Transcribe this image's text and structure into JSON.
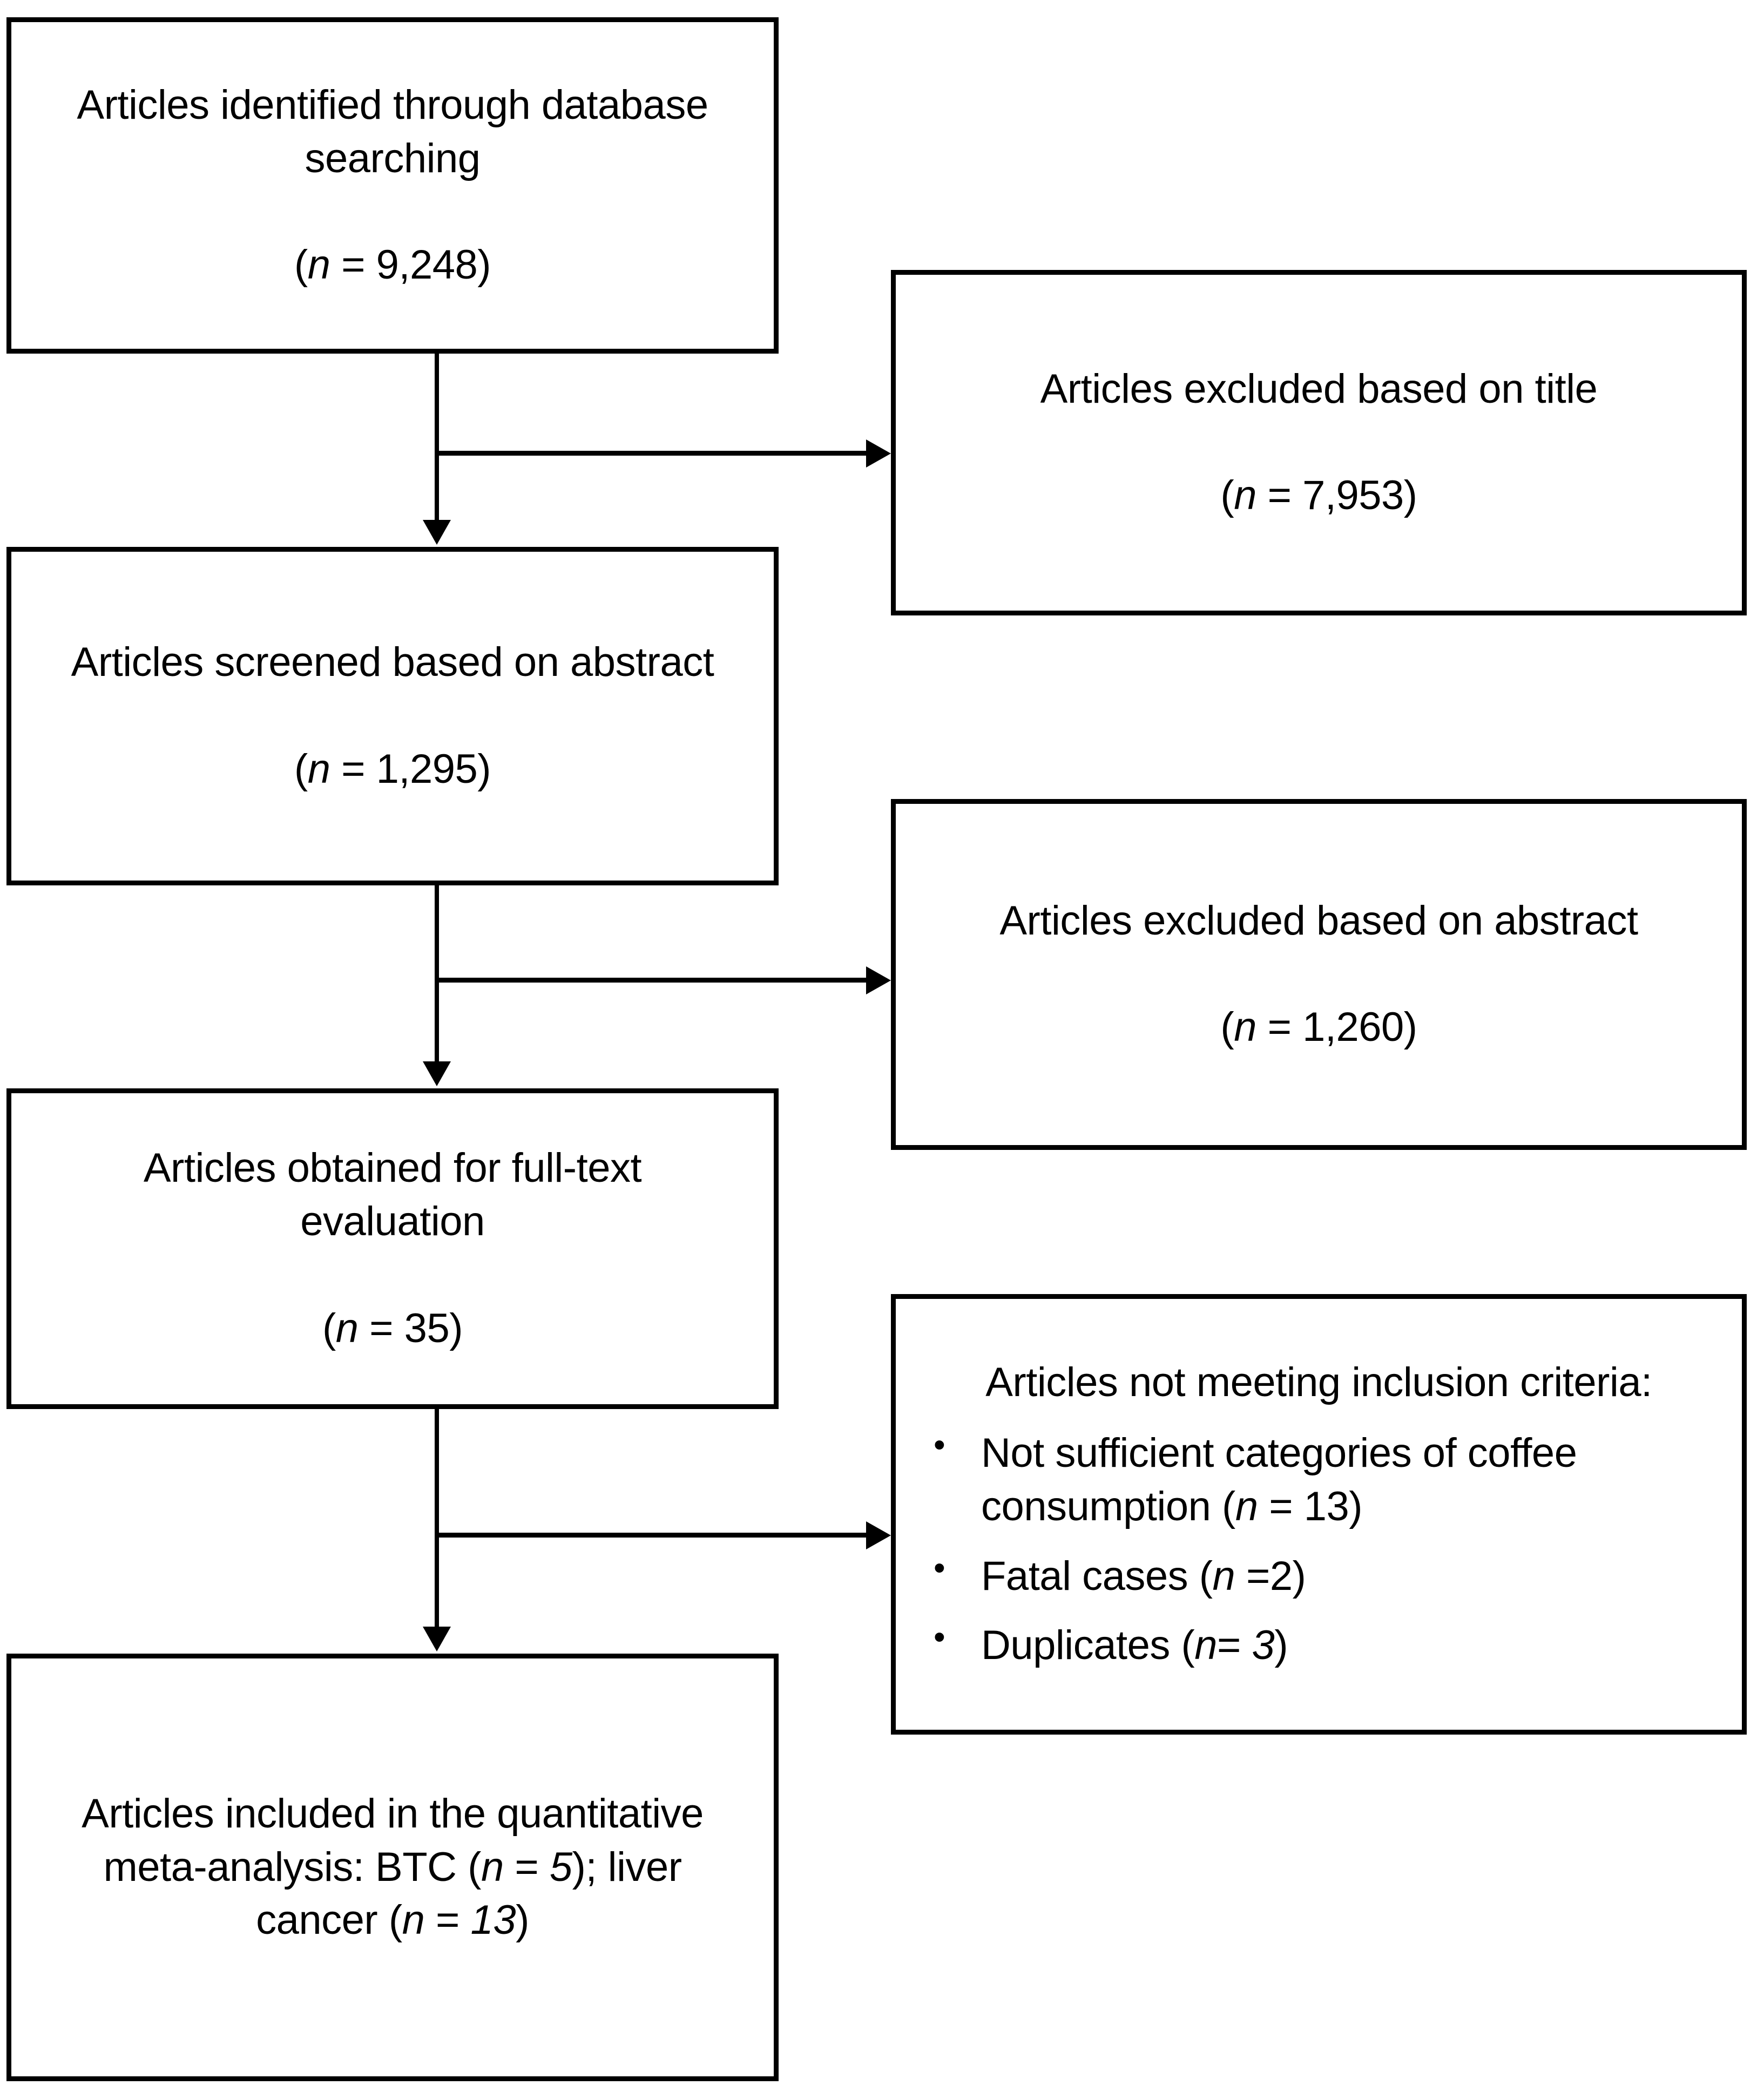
{
  "diagram": {
    "type": "prisma-flow-diagram",
    "title": "",
    "left_column": [
      {
        "id": "identified",
        "lines": [
          {
            "text": "Articles identified through database",
            "italic_parts": []
          },
          {
            "text": "searching",
            "italic_parts": []
          },
          {
            "text": "(n = 9,248)",
            "italic_parts": [
              "n"
            ]
          }
        ],
        "label": "Articles identified through database searching (n = 9,248)",
        "count": "9,248"
      },
      {
        "id": "screened",
        "lines": [
          {
            "text": "Articles screened based on abstract",
            "italic_parts": []
          },
          {
            "text": "(n = 1,295)",
            "italic_parts": [
              "n"
            ]
          }
        ],
        "label": "Articles screened based on abstract (n = 1,295)",
        "count": "1,295"
      },
      {
        "id": "fulltext",
        "lines": [
          {
            "text": "Articles obtained for full-text",
            "italic_parts": []
          },
          {
            "text": "evaluation",
            "italic_parts": []
          },
          {
            "text": "(n = 35)",
            "italic_parts": [
              "n"
            ]
          }
        ],
        "label": "Articles obtained for full-text evaluation (n = 35)",
        "count": "35"
      },
      {
        "id": "included",
        "lines": [
          {
            "text": "Articles included in the quantitative",
            "italic_parts": []
          },
          {
            "text": "meta-analysis: BTC (n = 5); liver",
            "italic_parts": [
              "n",
              "5"
            ]
          },
          {
            "text": "cancer (n = 13)",
            "italic_parts": [
              "n",
              "13"
            ]
          }
        ],
        "label": "Articles included in the quantitative meta-analysis: BTC (n = 5); liver cancer (n = 13)",
        "count_btc": "5",
        "count_liver": "13"
      }
    ],
    "right_column": [
      {
        "id": "excluded-title",
        "lines": [
          {
            "text": "Articles excluded based on title",
            "italic_parts": []
          },
          {
            "text": "(n = 7,953)",
            "italic_parts": [
              "n"
            ]
          }
        ],
        "label": "Articles excluded based on title (n = 7,953)",
        "count": "7,953"
      },
      {
        "id": "excluded-abstract",
        "lines": [
          {
            "text": "Articles excluded based on abstract",
            "italic_parts": []
          },
          {
            "text": "(n = 1,260)",
            "italic_parts": [
              "n"
            ]
          }
        ],
        "label": "Articles excluded based on abstract (n = 1,260)",
        "count": "1,260"
      },
      {
        "id": "not-meeting-criteria",
        "title": "Articles not meeting inclusion criteria:",
        "bullet_glyph": "•",
        "bullets": [
          {
            "text": "Not sufficient categories of coffee consumption (n = 13)",
            "count": "13"
          },
          {
            "text": "Fatal cases (n =2)",
            "count": "2"
          },
          {
            "text": "Duplicates (n= 3)",
            "count": "3"
          }
        ],
        "label": "Articles not meeting inclusion criteria"
      }
    ],
    "connectors": [
      {
        "from": "identified",
        "to": "screened",
        "kind": "vertical-arrow"
      },
      {
        "from": "identified",
        "to": "excluded-title",
        "kind": "horizontal-arrow"
      },
      {
        "from": "screened",
        "to": "fulltext",
        "kind": "vertical-arrow"
      },
      {
        "from": "screened",
        "to": "excluded-abstract",
        "kind": "horizontal-arrow"
      },
      {
        "from": "fulltext",
        "to": "included",
        "kind": "vertical-arrow"
      },
      {
        "from": "fulltext",
        "to": "not-meeting-criteria",
        "kind": "horizontal-arrow"
      }
    ],
    "colors": {
      "stroke": "#000000",
      "fill": "#ffffff",
      "text": "#000000"
    }
  }
}
